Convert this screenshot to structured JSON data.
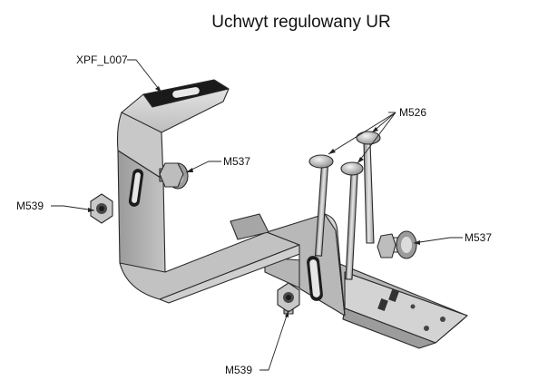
{
  "title": "Uchwyt regulowany UR",
  "labels": {
    "bracket_part": "XPF_L007",
    "bolt_top_left": "M537",
    "nut_left": "M539",
    "screws": "M526",
    "bolt_right": "M537",
    "nut_bottom": "M539"
  },
  "colors": {
    "metal_light": "#d4d4d4",
    "metal_mid": "#b2b2b2",
    "metal_dark": "#8e8e8e",
    "black_face": "#1a1a1a"
  }
}
